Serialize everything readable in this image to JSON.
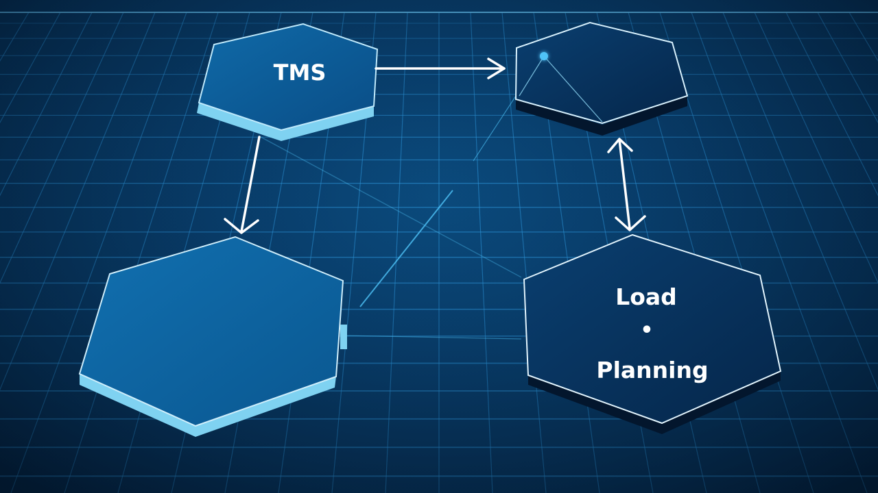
{
  "diagram": {
    "nodes": [
      {
        "id": "tms",
        "label": "TMS"
      },
      {
        "id": "top-right",
        "label": ""
      },
      {
        "id": "bottom-left",
        "label": ""
      },
      {
        "id": "load-planning",
        "label_top": "Load",
        "label_separator": "•",
        "label_bottom": "Planning"
      }
    ],
    "edges": [
      {
        "from": "tms",
        "to": "top-right",
        "direction": "forward"
      },
      {
        "from": "tms",
        "to": "bottom-left",
        "direction": "forward"
      },
      {
        "from": "top-right",
        "to": "load-planning",
        "direction": "both"
      }
    ]
  },
  "colors": {
    "background": "#063a66",
    "grid": "#2f9be0",
    "tile_light": "#0c5c98",
    "tile_dark": "#062d55",
    "tile_edge": "#8fd8f5",
    "arrow": "#ffffff",
    "accent_dot": "#4fc3f7"
  }
}
